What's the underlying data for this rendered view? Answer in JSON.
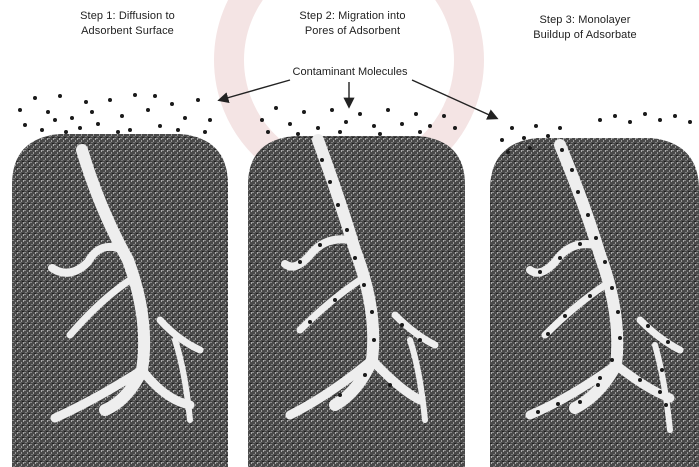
{
  "steps": [
    {
      "line1": "Step 1: Diffusion to",
      "line2": "Adsorbent Surface"
    },
    {
      "line1": "Step 2: Migration into",
      "line2": "Pores of Adsorbent"
    },
    {
      "line1": "Step 3: Monolayer",
      "line2": "Buildup of Adsorbate"
    }
  ],
  "contaminant_label": "Contaminant Molecules",
  "colors": {
    "background": "#ffffff",
    "adsorbent": "#5a5a5a",
    "pores": "#eeeeee",
    "molecules": "#1a1a1a",
    "watermark": "#f3e6e6"
  }
}
